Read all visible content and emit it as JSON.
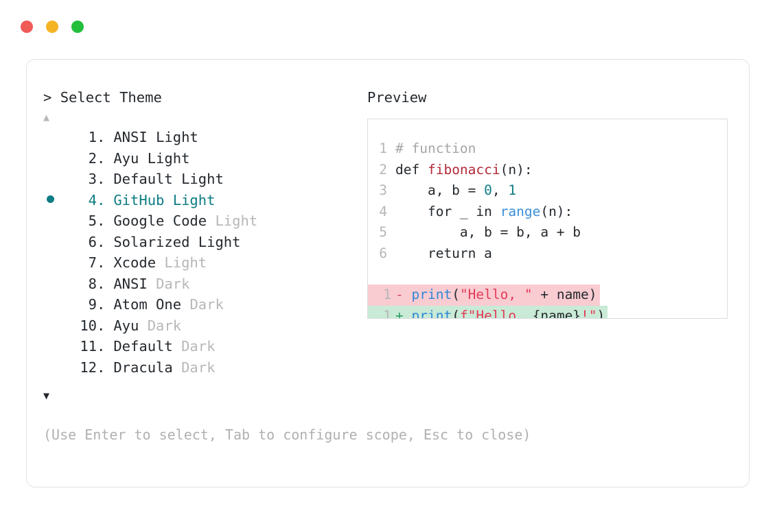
{
  "window": {
    "traffic_lights": [
      {
        "name": "close",
        "color": "#f05a57"
      },
      {
        "name": "minimize",
        "color": "#f5b426"
      },
      {
        "name": "zoom",
        "color": "#23bf3c"
      }
    ]
  },
  "selector": {
    "prompt_symbol": "> ",
    "prompt_label": "Select Theme",
    "scroll_up_icon": "▲",
    "scroll_down_icon": "▼",
    "selected_index": 4,
    "selected_bullet": "●",
    "accent_color": "#0d7c83",
    "items": [
      {
        "index": "1.",
        "name": "ANSI",
        "variant": "Light",
        "variant_dim": false
      },
      {
        "index": "2.",
        "name": "Ayu",
        "variant": "Light",
        "variant_dim": false
      },
      {
        "index": "3.",
        "name": "Default",
        "variant": "Light",
        "variant_dim": false
      },
      {
        "index": "4.",
        "name": "GitHub",
        "variant": "Light",
        "variant_dim": false
      },
      {
        "index": "5.",
        "name": "Google Code",
        "variant": "Light",
        "variant_dim": true
      },
      {
        "index": "6.",
        "name": "Solarized",
        "variant": "Light",
        "variant_dim": false
      },
      {
        "index": "7.",
        "name": "Xcode",
        "variant": "Light",
        "variant_dim": true
      },
      {
        "index": "8.",
        "name": "ANSI",
        "variant": "Dark",
        "variant_dim": true
      },
      {
        "index": "9.",
        "name": "Atom One",
        "variant": "Dark",
        "variant_dim": true
      },
      {
        "index": "10.",
        "name": "Ayu",
        "variant": "Dark",
        "variant_dim": true
      },
      {
        "index": "11.",
        "name": "Default",
        "variant": "Dark",
        "variant_dim": true
      },
      {
        "index": "12.",
        "name": "Dracula",
        "variant": "Dark",
        "variant_dim": true
      }
    ]
  },
  "footer": {
    "hint": "(Use Enter to select, Tab to configure scope, Esc to close)"
  },
  "preview": {
    "label": "Preview",
    "code_lines": [
      {
        "no": "1",
        "tokens": [
          {
            "t": "# function",
            "c": "comment"
          }
        ]
      },
      {
        "no": "2",
        "tokens": [
          {
            "t": "def ",
            "c": "keyword"
          },
          {
            "t": "fibonacci",
            "c": "func"
          },
          {
            "t": "(n):",
            "c": "plain"
          }
        ]
      },
      {
        "no": "3",
        "tokens": [
          {
            "t": "    a, b = ",
            "c": "plain"
          },
          {
            "t": "0",
            "c": "num"
          },
          {
            "t": ", ",
            "c": "plain"
          },
          {
            "t": "1",
            "c": "num"
          }
        ]
      },
      {
        "no": "4",
        "tokens": [
          {
            "t": "    for _ in ",
            "c": "plain"
          },
          {
            "t": "range",
            "c": "builtin"
          },
          {
            "t": "(n):",
            "c": "plain"
          }
        ]
      },
      {
        "no": "5",
        "tokens": [
          {
            "t": "        a, b = b, a + b",
            "c": "plain"
          }
        ]
      },
      {
        "no": "6",
        "tokens": [
          {
            "t": "    return a",
            "c": "plain"
          }
        ]
      }
    ],
    "diff_lines": [
      {
        "no": "1",
        "kind": "removed",
        "sign": "- ",
        "tokens": [
          {
            "t": "print",
            "c": "call"
          },
          {
            "t": "(",
            "c": "plain"
          },
          {
            "t": "\"Hello, \"",
            "c": "string"
          },
          {
            "t": " + name)",
            "c": "plain"
          }
        ]
      },
      {
        "no": "1",
        "kind": "added",
        "sign": "+ ",
        "tokens": [
          {
            "t": "print",
            "c": "call"
          },
          {
            "t": "(",
            "c": "plain"
          },
          {
            "t": "f\"Hello, ",
            "c": "string"
          },
          {
            "t": "{name}",
            "c": "plain"
          },
          {
            "t": "!\"",
            "c": "string"
          },
          {
            "t": ")",
            "c": "plain"
          }
        ]
      }
    ],
    "diff_removed_bg": "#f9ccd2",
    "diff_added_bg": "#c9ead6"
  }
}
